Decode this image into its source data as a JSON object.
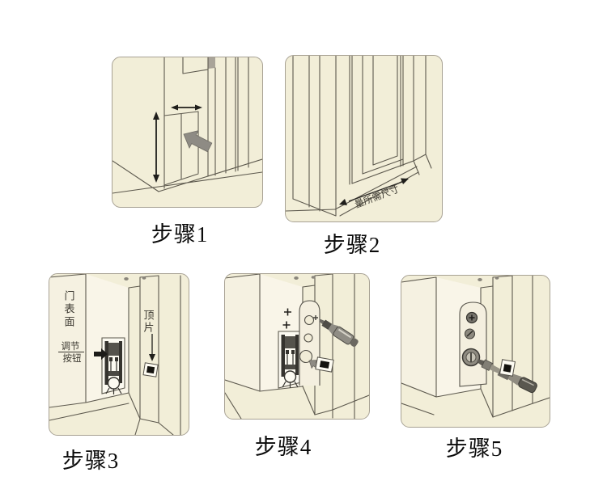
{
  "document": {
    "type": "door-bottom-seal-installation-instructions",
    "background": "#ffffff"
  },
  "colors": {
    "panel_background": "#f2eed8",
    "panel_border": "#a8a294",
    "line_art": "#5d594e",
    "block_arrow_gray": "#8e8b84",
    "screwdriver_gray": "#8f8b80",
    "black_detail": "#14130f",
    "label_text": "#0a0a0a"
  },
  "steps": [
    {
      "label": "步骤1"
    },
    {
      "label": "步骤2",
      "measure_text": "量所需尺寸"
    },
    {
      "label": "步骤3",
      "door_surface": "门表面",
      "adjust_line1": "调节",
      "adjust_line2": "按钮",
      "top_piece": "顶片"
    },
    {
      "label": "步骤4"
    },
    {
      "label": "步骤5"
    }
  ],
  "icons": [
    "width-measure-arrow-icon",
    "height-measure-arrow-icon",
    "insert-block-arrow-icon",
    "measure-length-arrow-icon",
    "adjust-button-arrow-icon",
    "top-piece-down-arrow-icon",
    "door-seal-device",
    "strike-plate",
    "screw-plus-marker-icon",
    "screwdriver-icon",
    "press-arrow-icon",
    "screw-head-icon",
    "adjustment-dial-icon"
  ]
}
